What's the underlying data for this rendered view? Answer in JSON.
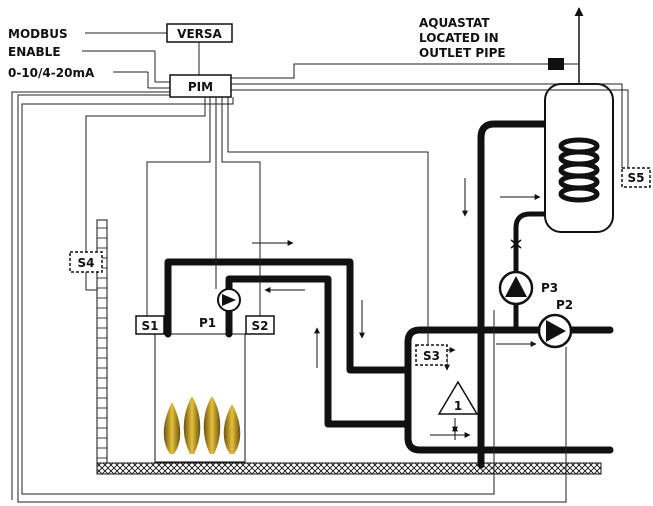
{
  "labels": {
    "modbus": "MODBUS",
    "enable": "ENABLE",
    "analog": "0-10/4-20mA",
    "versa": "VERSA",
    "pim": "PIM",
    "aquastat_line1": "AQUASTAT",
    "aquastat_line2": "LOCATED IN",
    "aquastat_line3": "OUTLET PIPE",
    "s1": "S1",
    "s2": "S2",
    "s3": "S3",
    "s4": "S4",
    "s5": "S5",
    "p1": "P1",
    "p2": "P2",
    "p3": "P3",
    "warning_number": "1"
  },
  "colors": {
    "line": "#111111",
    "flame_dark": "#6b5410",
    "flame_light": "#e6bf3a",
    "hatch": "#111111",
    "background": "#ffffff"
  }
}
